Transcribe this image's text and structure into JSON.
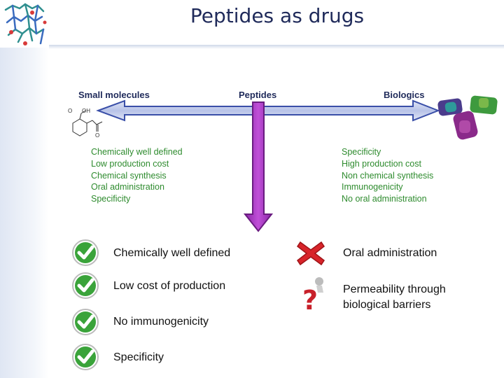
{
  "title": "Peptides as drugs",
  "spectrum": {
    "small_molecules": "Small molecules",
    "peptides": "Peptides",
    "biologics": "Biologics"
  },
  "small_molecule_props": [
    "Chemically well defined",
    "Low production cost",
    "Chemical synthesis",
    "Oral administration",
    "Specificity"
  ],
  "biologics_props": [
    "Specificity",
    "High production cost",
    "Non chemical synthesis",
    "Immunogenicity",
    "No oral administration"
  ],
  "advantages": [
    "Chemically well defined",
    "Low cost of production",
    "No immunogenicity",
    "Specificity"
  ],
  "limitations": [
    "Oral administration",
    "Permeability through",
    "biological barriers"
  ],
  "molecule_labels": {
    "oh": "OH",
    "o": "O"
  },
  "colors": {
    "title": "#1f2a5a",
    "green_text": "#2e8b2e",
    "arrow_horizontal": "#3a4fa8",
    "arrow_vertical": "#9b2fb5",
    "check": "#3aa33a",
    "cross": "#d8242a"
  }
}
